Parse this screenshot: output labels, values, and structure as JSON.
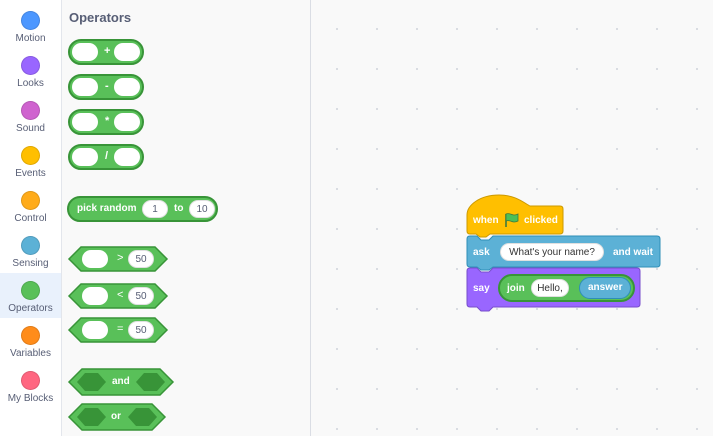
{
  "categories": [
    {
      "label": "Motion",
      "color": "#4c97ff"
    },
    {
      "label": "Looks",
      "color": "#9966ff"
    },
    {
      "label": "Sound",
      "color": "#cf63cf"
    },
    {
      "label": "Events",
      "color": "#ffbf00"
    },
    {
      "label": "Control",
      "color": "#ffab19"
    },
    {
      "label": "Sensing",
      "color": "#5cb1d6"
    },
    {
      "label": "Operators",
      "color": "#59c059"
    },
    {
      "label": "Variables",
      "color": "#ff8c1a"
    },
    {
      "label": "My Blocks",
      "color": "#ff6680"
    }
  ],
  "palette": {
    "title": "Operators",
    "arith": [
      "+",
      "-",
      "*",
      "/"
    ],
    "random": {
      "label": "pick random",
      "from": "1",
      "to_label": "to",
      "to": "10"
    },
    "compare": [
      {
        "op": ">",
        "value": "50"
      },
      {
        "op": "<",
        "value": "50"
      },
      {
        "op": "=",
        "value": "50"
      }
    ],
    "and_label": "and",
    "or_label": "or"
  },
  "script": {
    "hat": {
      "when": "when",
      "clicked": "clicked",
      "flag": "green-flag-icon"
    },
    "ask": {
      "label": "ask",
      "question": "What's your name?",
      "suffix": "and wait"
    },
    "say": {
      "label": "say",
      "join": "join",
      "text": "Hello,",
      "reporter": "answer"
    }
  },
  "colors": {
    "operators": "#59c059",
    "operators_dark": "#389438",
    "events": "#ffbf00",
    "sensing": "#5cb1d6",
    "looks": "#9966ff"
  }
}
